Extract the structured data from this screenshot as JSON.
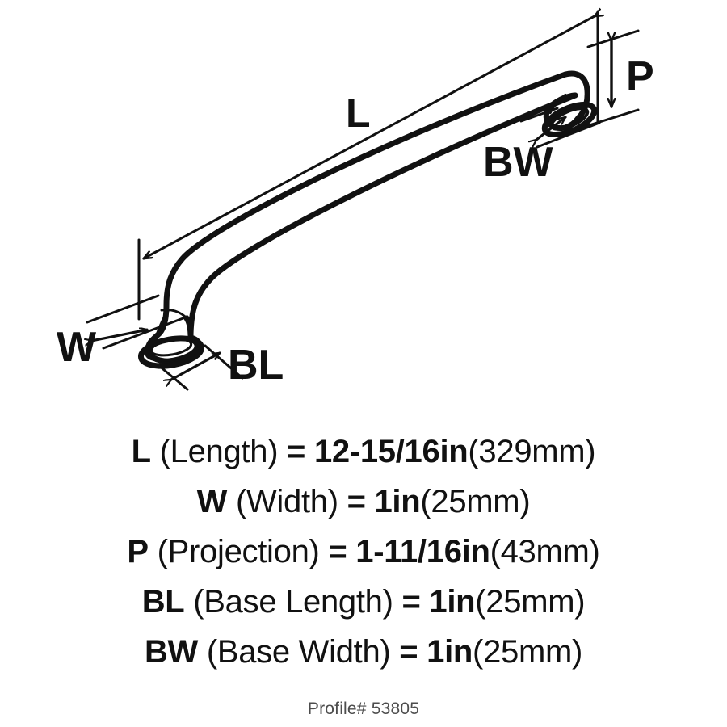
{
  "diagram": {
    "title": "Grab bar dimension diagram",
    "labels": {
      "length": "L",
      "width": "W",
      "projection": "P",
      "base_length": "BL",
      "base_width": "BW"
    }
  },
  "specs": [
    {
      "symbol": "L",
      "name": "(Length)",
      "equals": "=",
      "value": "12-15/16in",
      "metric": "(329mm)"
    },
    {
      "symbol": "W",
      "name": "(Width)",
      "equals": "=",
      "value": "1in",
      "metric": "(25mm)"
    },
    {
      "symbol": "P",
      "name": "(Projection)",
      "equals": "=",
      "value": "1-11/16in",
      "metric": "(43mm)"
    },
    {
      "symbol": "BL",
      "name": "(Base Length)",
      "equals": "=",
      "value": "1in",
      "metric": "(25mm)"
    },
    {
      "symbol": "BW",
      "name": "(Base Width)",
      "equals": "=",
      "value": "1in",
      "metric": "(25mm)"
    }
  ],
  "footer": {
    "profile": "Profile# 53805"
  },
  "colors": {
    "ink": "#111111",
    "background": "#ffffff",
    "footer_text": "#4d4d4d"
  }
}
